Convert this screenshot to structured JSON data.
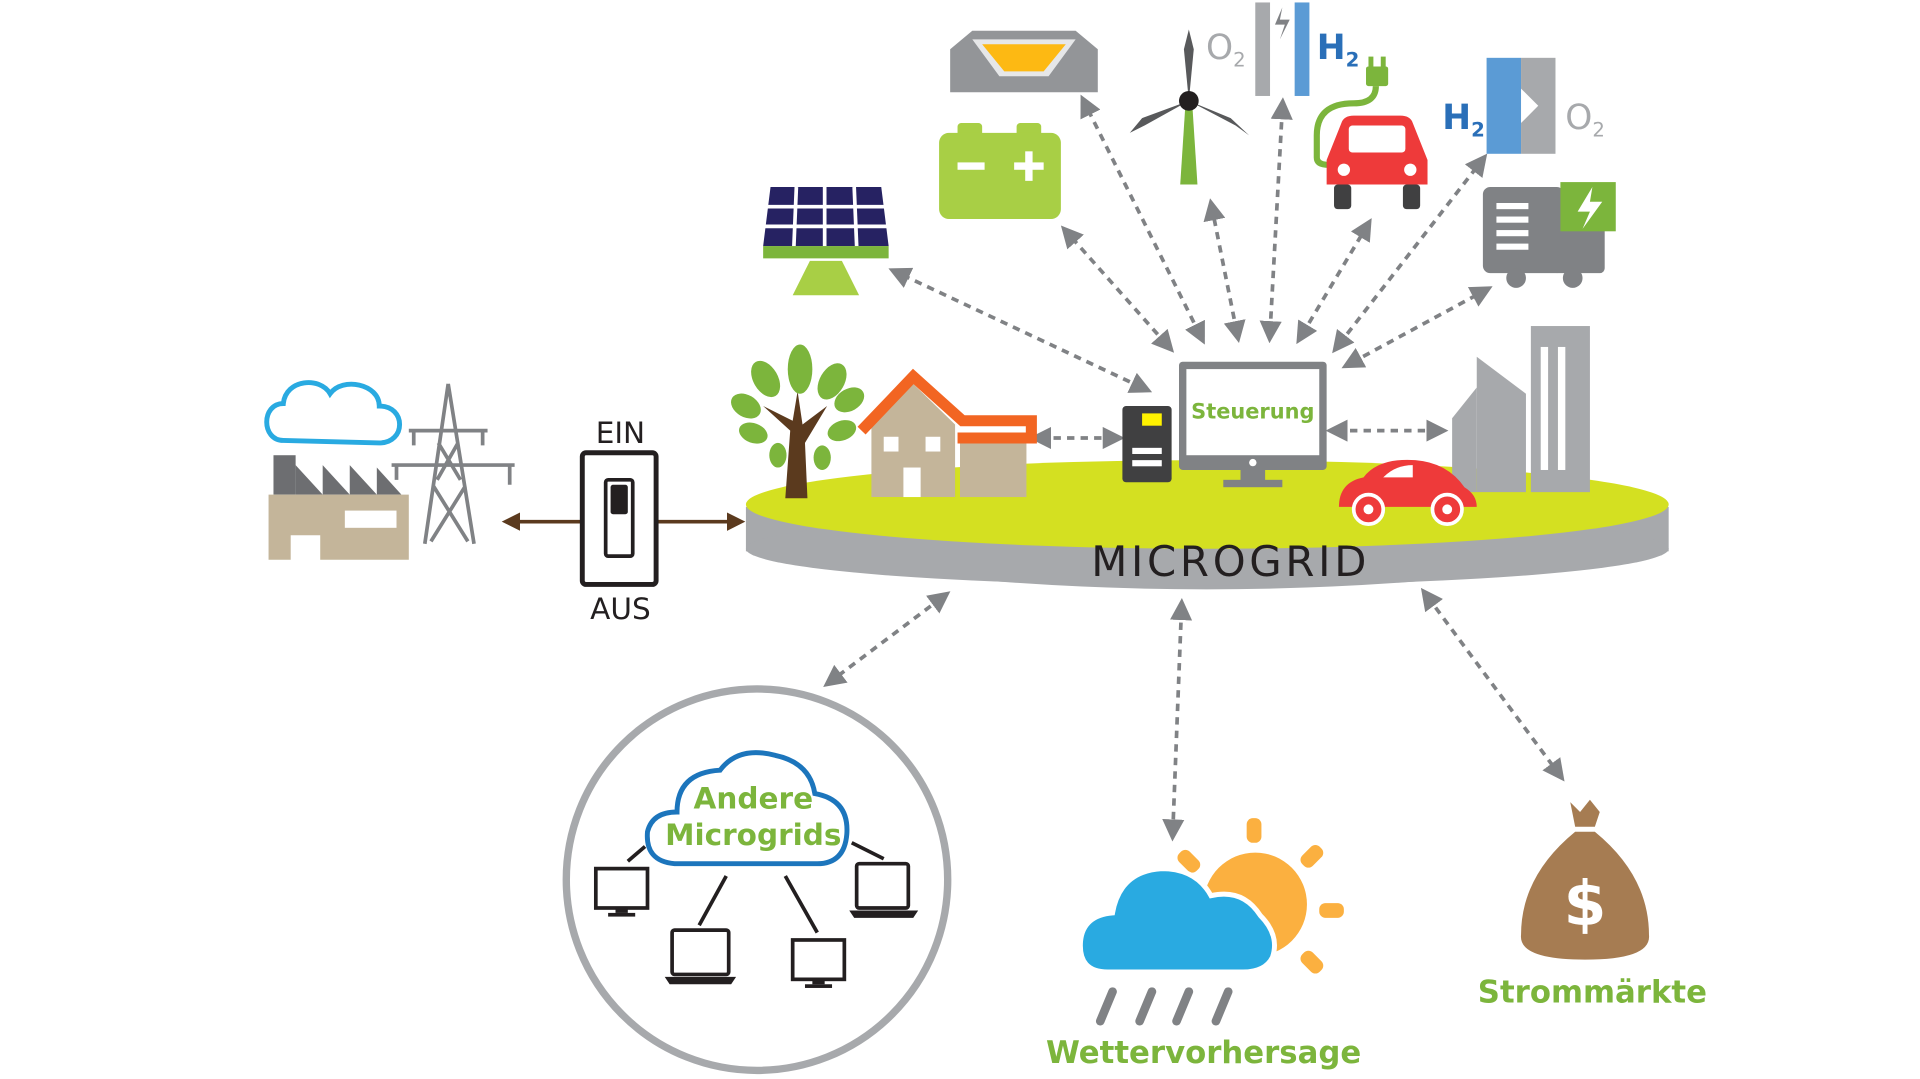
{
  "switch": {
    "on_label": "EIN",
    "off_label": "AUS"
  },
  "platform": {
    "label": "MICROGRID"
  },
  "control": {
    "label": "Steuerung"
  },
  "electrolyzer": {
    "left": "O",
    "left_sub": "2",
    "right": "H",
    "right_sub": "2"
  },
  "fuel_cell": {
    "left": "H",
    "left_sub": "2",
    "right": "O",
    "right_sub": "2"
  },
  "network": {
    "line1": "Andere",
    "line2": "Microgrids"
  },
  "weather": {
    "label": "Wettervorhersage"
  },
  "market": {
    "label": "Strommärkte",
    "symbol": "$"
  },
  "colors": {
    "green": "#7cb53c",
    "lime": "#d4e021",
    "gray": "#a7a9ac",
    "dark": "#404041",
    "blue": "#2a8fd6",
    "red": "#ee3a3a",
    "orange": "#f26522",
    "brown": "#5b3a1e",
    "tan": "#c4b59a",
    "sun": "#fbb040",
    "sky": "#29aae1"
  }
}
